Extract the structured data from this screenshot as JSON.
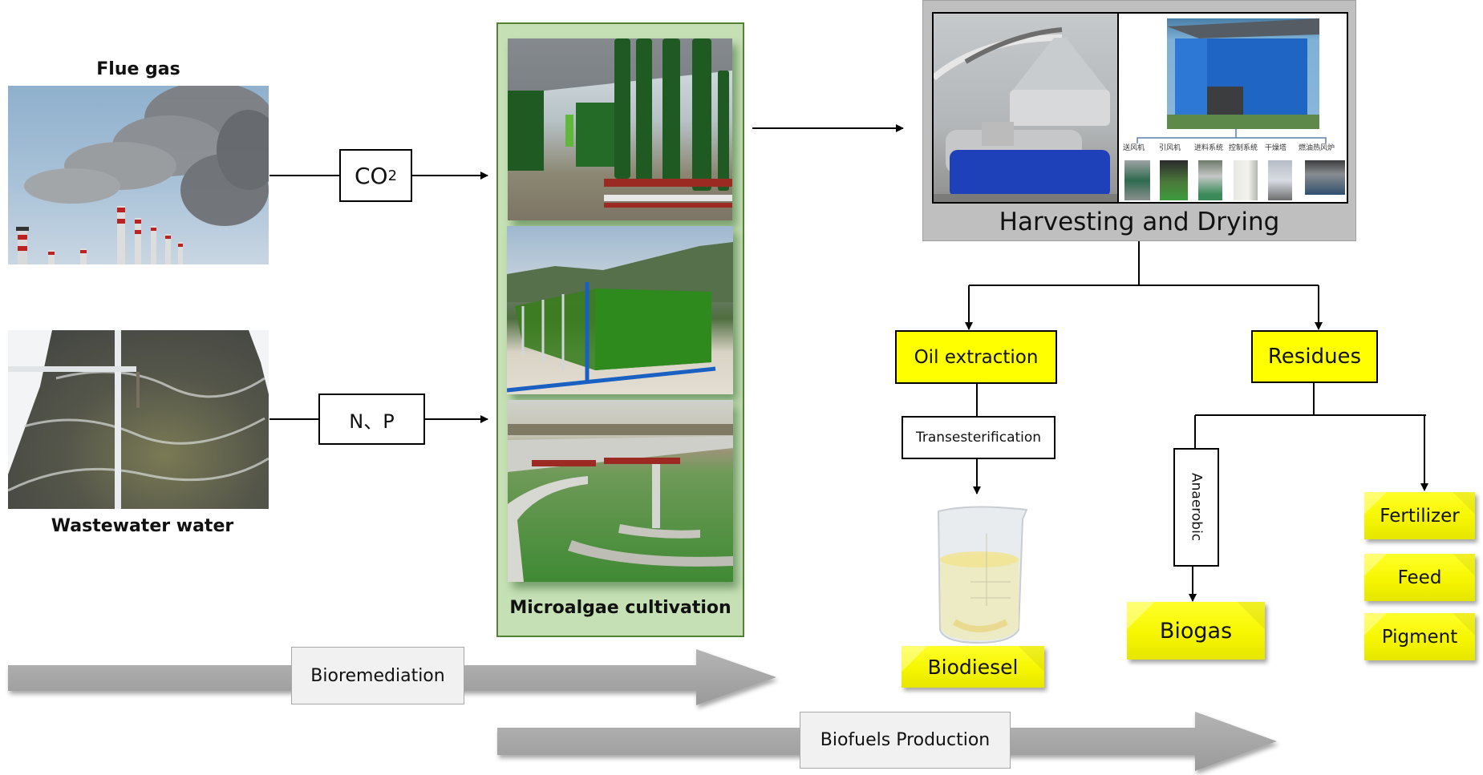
{
  "inputs": {
    "flue_gas": {
      "title": "Flue gas",
      "image": "smokestacks-photo"
    },
    "wastewater": {
      "title": "Wastewater water",
      "image": "aerated-wastewater-photo"
    }
  },
  "nutrients": {
    "co2": {
      "main": "CO",
      "subscript": "2"
    },
    "np": "N、P"
  },
  "cultivation": {
    "title": "Microalgae cultivation",
    "photos": [
      "tubular-photobioreactor-photo",
      "flat-panel-photobioreactor-photo",
      "raceway-pond-photo"
    ]
  },
  "harvesting": {
    "title": "Harvesting and Drying",
    "photos": [
      "disc-centrifuge-photo",
      "spray-drying-tower-photo"
    ],
    "equipment_labels": [
      "送风机",
      "引风机",
      "进料系统",
      "控制系统",
      "干燥塔",
      "燃油热风炉"
    ]
  },
  "branches": {
    "oil_extraction": "Oil extraction",
    "transesterification": "Transesterification",
    "biodiesel": "Biodiesel",
    "biodiesel_image": "biodiesel-beaker-photo",
    "residues": "Residues",
    "anaerobic": "Anaerobic",
    "biogas": "Biogas",
    "products": [
      "Fertilizer",
      "Feed",
      "Pigment"
    ]
  },
  "stages": {
    "bioremediation": "Bioremediation",
    "biofuels": "Biofuels Production"
  },
  "colors": {
    "yellow": "#ffff00",
    "panel_green": "#c5e0b4",
    "panel_green_border": "#548235",
    "harvest_gray": "#bfbfbf",
    "stage_arrow": "#a6a6a6",
    "stage_label_bg": "#f1f1f1"
  }
}
